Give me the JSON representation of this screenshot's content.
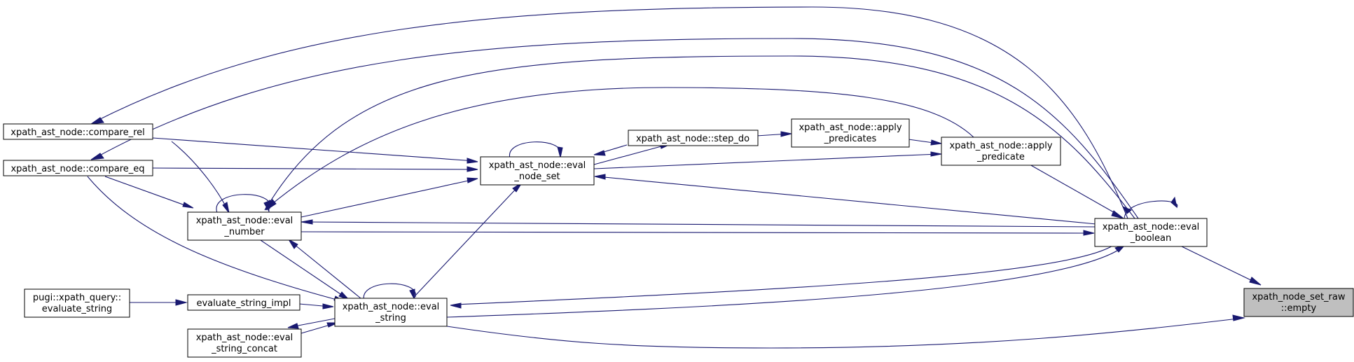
{
  "nodes": {
    "empty": [
      "xpath_node_set_raw",
      "::empty"
    ],
    "eval_boolean": [
      "xpath_ast_node::eval",
      "_boolean"
    ],
    "apply_predicate": [
      "xpath_ast_node::apply",
      "_predicate"
    ],
    "apply_predicates": [
      "xpath_ast_node::apply",
      "_predicates"
    ],
    "step_do": [
      "xpath_ast_node::step_do"
    ],
    "eval_node_set": [
      "xpath_ast_node::eval",
      "_node_set"
    ],
    "compare_rel": [
      "xpath_ast_node::compare_rel"
    ],
    "compare_eq": [
      "xpath_ast_node::compare_eq"
    ],
    "eval_number": [
      "xpath_ast_node::eval",
      "_number"
    ],
    "eval_string": [
      "xpath_ast_node::eval",
      "_string"
    ],
    "evaluate_string_impl": [
      "evaluate_string_impl"
    ],
    "evaluate_string": [
      "pugi::xpath_query::",
      "evaluate_string"
    ],
    "eval_string_concat": [
      "xpath_ast_node::eval",
      "_string_concat"
    ]
  },
  "colors": {
    "edge": "#191970",
    "root_fill": "#bfbfbf",
    "node_fill": "#ffffff",
    "node_border": "#000000"
  }
}
